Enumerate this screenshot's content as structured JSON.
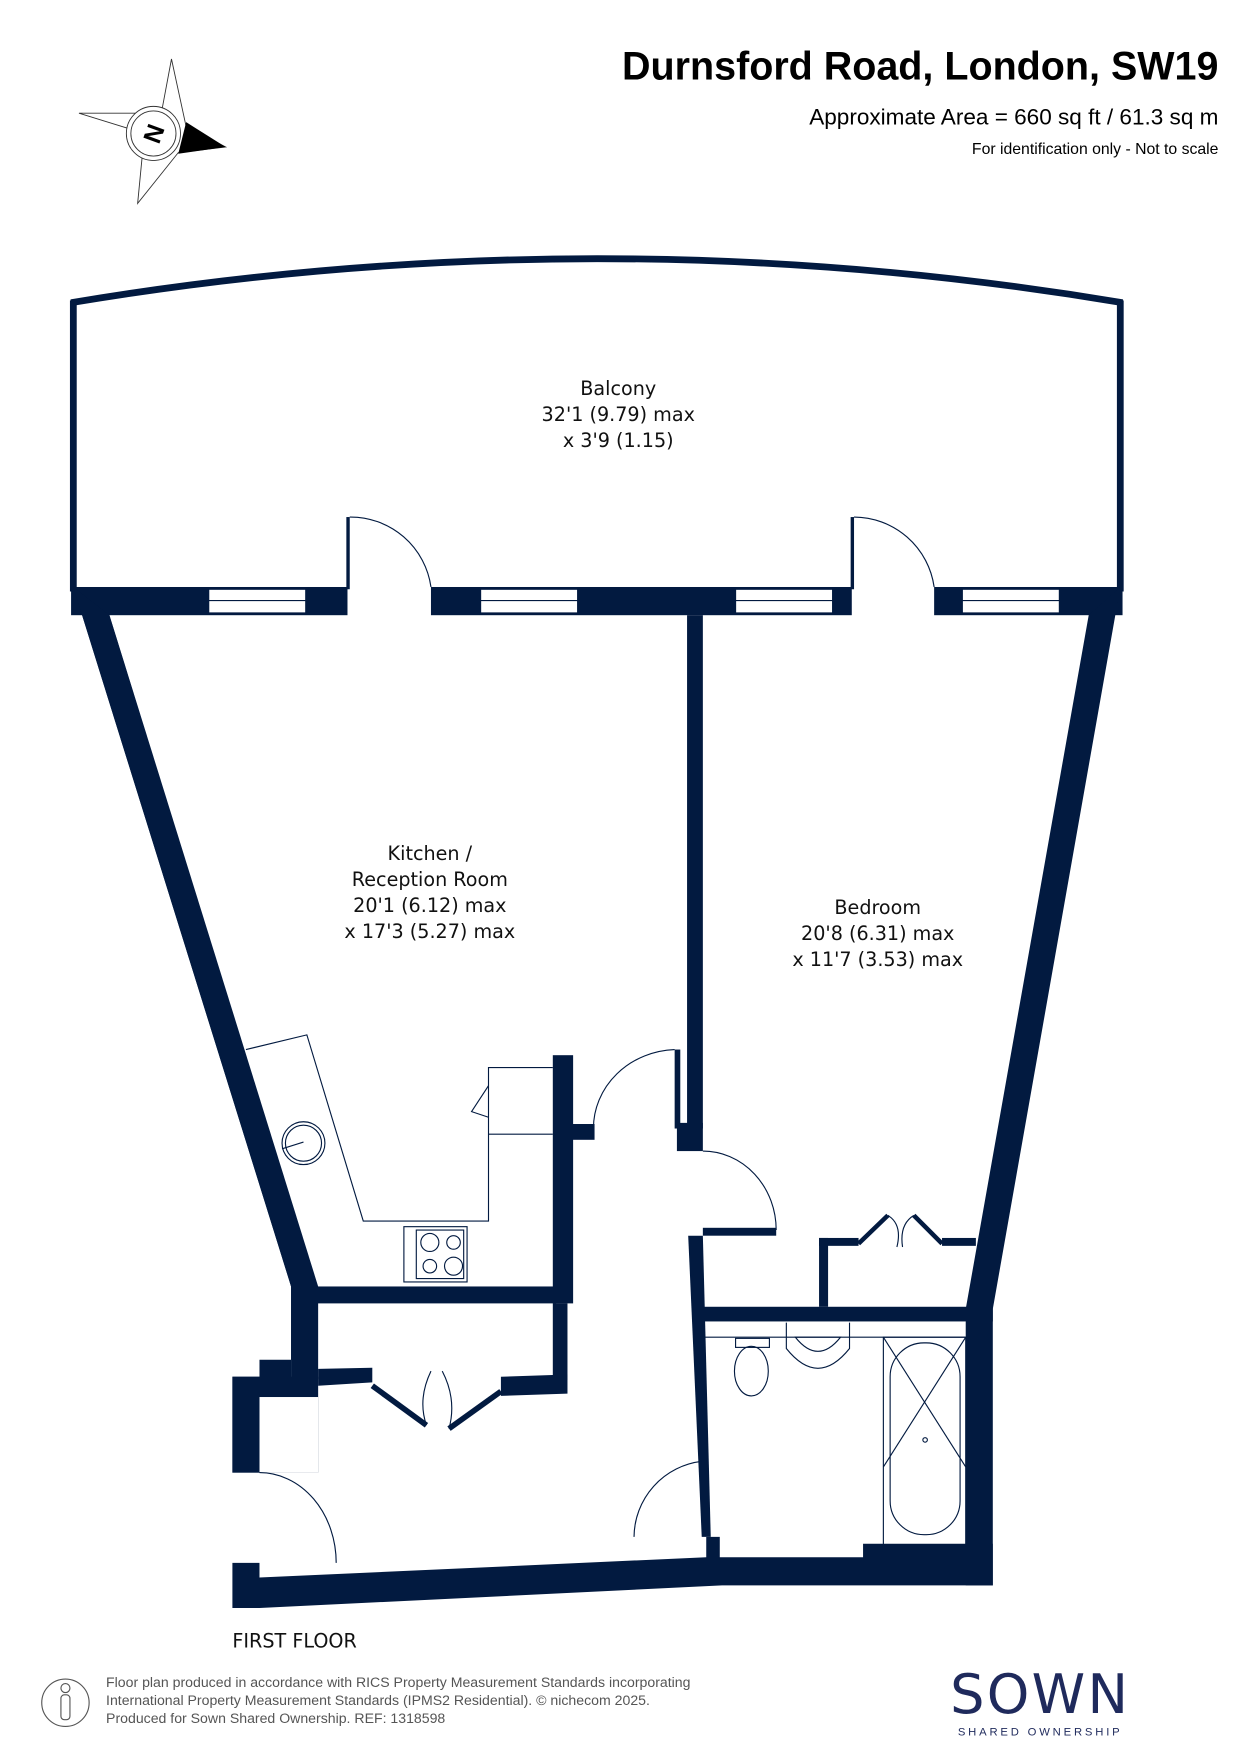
{
  "header": {
    "title": "Durnsford Road, London, SW19",
    "area": "Approximate Area = 660 sq ft / 61.3 sq m",
    "disclaimer": "For identification only - Not to scale"
  },
  "compass": {
    "label": "N"
  },
  "rooms": {
    "balcony": {
      "name": "Balcony",
      "dim1": "32'1 (9.79) max",
      "dim2": "x 3'9 (1.15)"
    },
    "kitchen": {
      "name1": "Kitchen /",
      "name2": "Reception Room",
      "dim1": "20'1 (6.12) max",
      "dim2": "x 17'3 (5.27) max"
    },
    "bedroom": {
      "name": "Bedroom",
      "dim1": "20'8 (6.31) max",
      "dim2": "x 11'7 (3.53) max"
    }
  },
  "floor_label": "FIRST FLOOR",
  "footer": {
    "line1": "Floor plan produced in accordance with RICS Property Measurement Standards incorporating",
    "line2": "International Property Measurement Standards (IPMS2 Residential).  © nichecom 2025.",
    "line3": "Produced for Sown Shared Ownership.   REF:  1318598"
  },
  "logo": {
    "name": "SOWN",
    "tagline": "SHARED OWNERSHIP"
  },
  "colors": {
    "wall": "#021a40",
    "logo": "#1f2a5c"
  }
}
